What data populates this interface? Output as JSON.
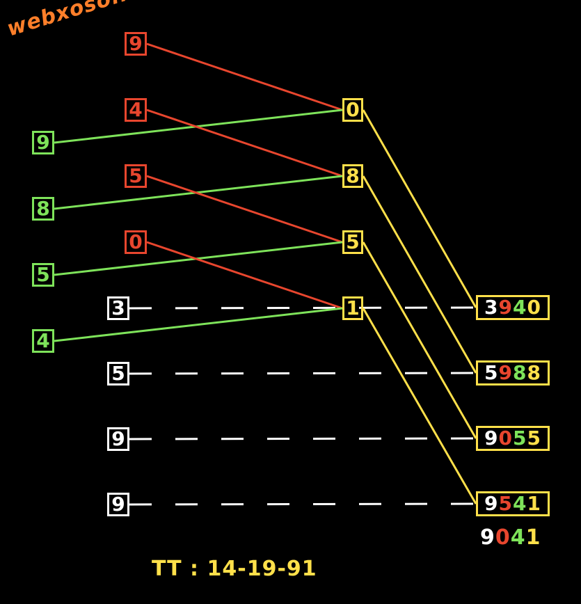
{
  "colors": {
    "red": "#e8462e",
    "green": "#7ee35a",
    "yellow": "#ffe04a",
    "white": "#ffffff",
    "watermark": "#ff7f2a"
  },
  "watermark": "webxoso.net",
  "red_column": [
    "9",
    "4",
    "5",
    "0"
  ],
  "green_column": [
    "9",
    "8",
    "5",
    "4"
  ],
  "middle_column": [
    "0",
    "8",
    "5",
    "1"
  ],
  "white_column": [
    "3",
    "5",
    "9",
    "9"
  ],
  "results": [
    {
      "digits": [
        "3",
        "9",
        "4",
        "0"
      ]
    },
    {
      "digits": [
        "5",
        "9",
        "8",
        "8"
      ]
    },
    {
      "digits": [
        "9",
        "0",
        "5",
        "5"
      ]
    },
    {
      "digits": [
        "9",
        "5",
        "4",
        "1"
      ]
    }
  ],
  "bottom_result": [
    "9",
    "0",
    "4",
    "1"
  ],
  "footer": {
    "label": "TT :",
    "value": "14-19-91"
  }
}
